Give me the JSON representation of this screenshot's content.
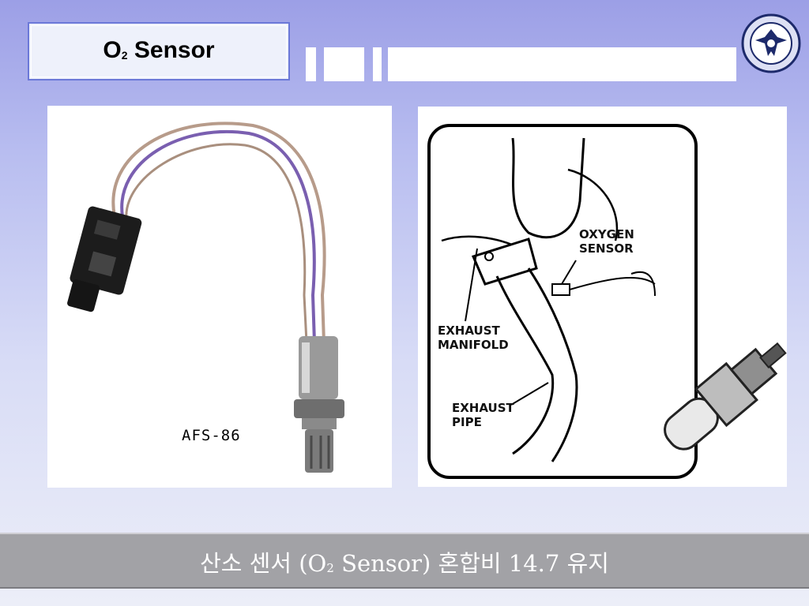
{
  "slide": {
    "title_prefix": "O",
    "title_subscript": "2",
    "title_suffix": " Sensor"
  },
  "left_image": {
    "part_label": "AFS-86"
  },
  "right_image": {
    "labels": {
      "oxygen_sensor_line1": "OXYGEN",
      "oxygen_sensor_line2": "SENSOR",
      "exhaust_manifold_line1": "EXHAUST",
      "exhaust_manifold_line2": "MANIFOLD",
      "exhaust_pipe_line1": "EXHAUST",
      "exhaust_pipe_line2": "PIPE"
    }
  },
  "caption": {
    "prefix": "산소 센서 (O",
    "subscript": "2",
    "suffix": " Sensor) 혼합비 14.7 유지"
  },
  "colors": {
    "accent": "#6b78d8",
    "caption_bg": "#a2a2a6"
  }
}
